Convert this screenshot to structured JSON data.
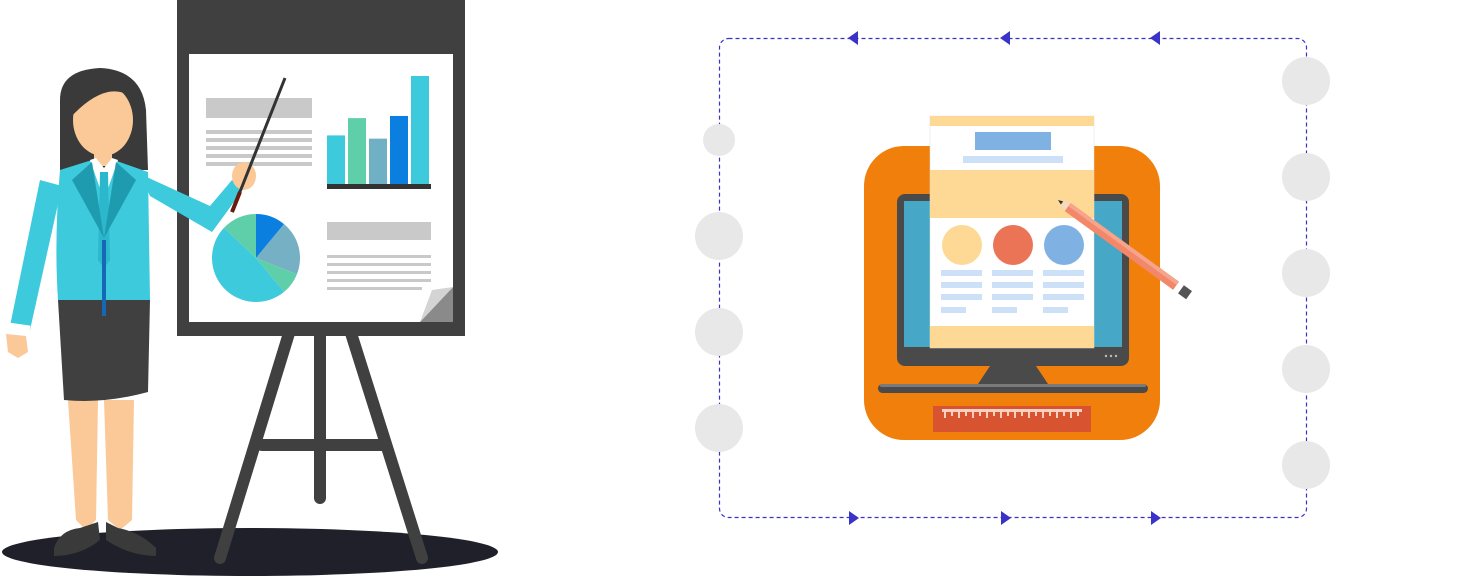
{
  "scene": {
    "left_panel": {
      "subject": "presenter-with-easel",
      "board_charts": {
        "bar_chart_relative_values": [
          0.45,
          0.61,
          0.42,
          0.63,
          1.0
        ],
        "bar_colors": [
          "#3ccadc",
          "#5ecfa8",
          "#6fb0c4",
          "#0b7fe0",
          "#3ccadc"
        ],
        "pie_slices_fraction": [
          0.11,
          0.2,
          0.08,
          0.48,
          0.13
        ],
        "pie_colors": [
          "#0b7fe0",
          "#76b0c4",
          "#5ecfa8",
          "#3ccadc",
          "#5ecfa8"
        ]
      }
    },
    "right_panel": {
      "subject": "web-design-cycle",
      "loop_direction": "counter-clockwise",
      "top_arrow_count": 3,
      "bottom_arrow_count": 3,
      "left_node_count": 4,
      "right_node_count": 5,
      "center_icon": "web-page-on-monitor-with-pencil"
    }
  },
  "colors": {
    "loop_line": "#3a33c8",
    "node_fill": "#e8e8e8",
    "icon_bg": "#f07f0c",
    "monitor_frame": "#4a4a4a",
    "monitor_screen": "#46a8c6",
    "page_header": "#fdd995",
    "circle_yellow": "#fdd995",
    "circle_red": "#ec7456",
    "circle_blue": "#7fb2e2",
    "text_line": "#cce1f7",
    "ruler": "#d8532f",
    "jacket": "#3ccadc",
    "easel": "#404040",
    "shadow": "#1f202a"
  }
}
